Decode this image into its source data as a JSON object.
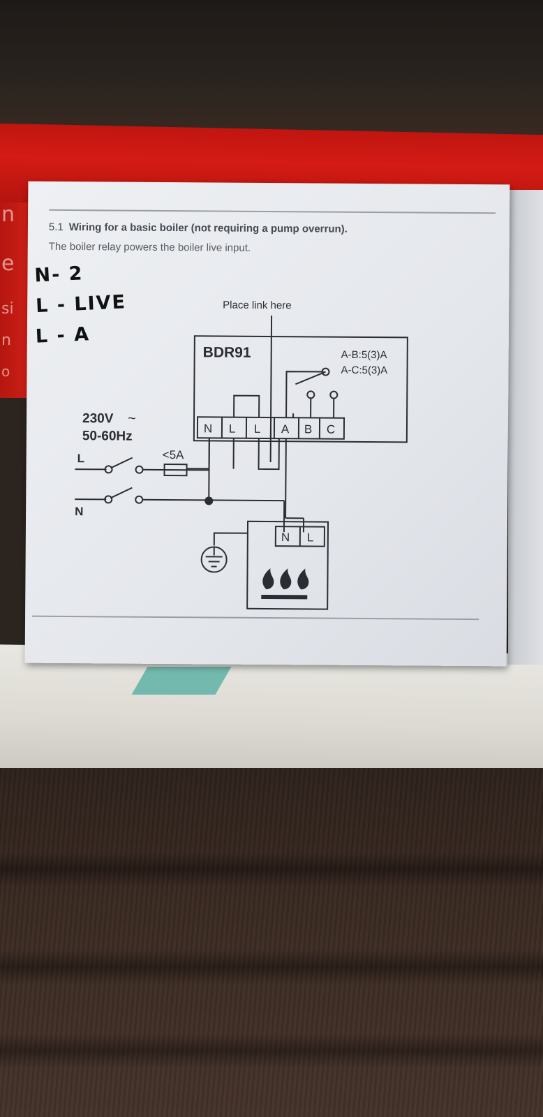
{
  "manual": {
    "section_number": "5.1",
    "section_title": "Wiring for a basic boiler (not requiring a pump overrun).",
    "subtitle": "The boiler relay powers the boiler live input."
  },
  "handwritten_notes": [
    "N- 2",
    "L - LIVE",
    "L - A"
  ],
  "diagram": {
    "link_label": "Place link here",
    "relay_name": "BDR91",
    "rating_ab": "A-B:5(3)A",
    "rating_ac": "A-C:5(3)A",
    "relay_terminals": [
      "N",
      "L",
      "L",
      "A",
      "B",
      "C"
    ],
    "supply_voltage": "230V",
    "supply_frequency": "50-60Hz",
    "fuse_rating": "<5A",
    "line_label": "L",
    "neutral_label": "N",
    "boiler_terminals": [
      "N",
      "L"
    ]
  },
  "side_letters": [
    "n",
    "e",
    "si",
    "n",
    "o"
  ],
  "colors": {
    "book_red": "#c81712",
    "page": "#e8eaee",
    "ink": "#2a2e34",
    "tray_teal": "#5fb1a6"
  }
}
